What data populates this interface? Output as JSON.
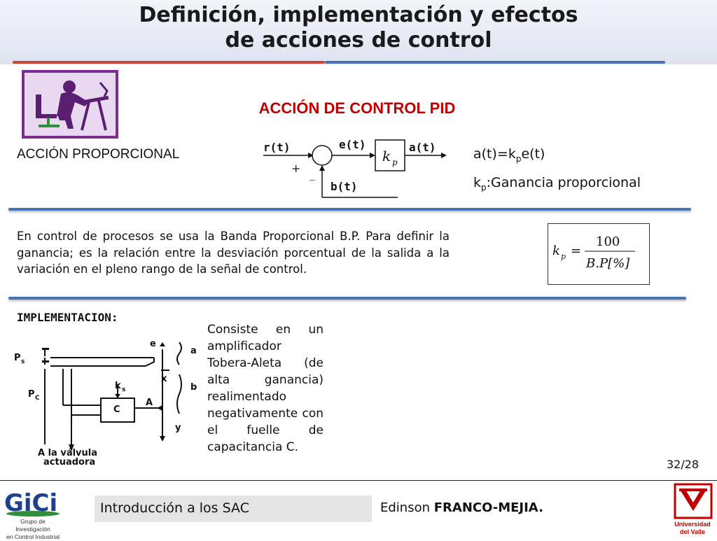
{
  "slide": {
    "title_line1": "Definición, implementación y efectos",
    "title_line2": "de acciones de control",
    "section_heading": "ACCIÓN DE CONTROL PID",
    "proportional_label": "ACCIÓN PROPORCIONAL",
    "block_diagram": {
      "reference": "r(t)",
      "error": "e(t)",
      "output": "a(t)",
      "feedback": "b(t)",
      "plus_sign": "+",
      "minus_sign": "_",
      "gain_k": "k",
      "gain_sub": "p"
    },
    "equation": {
      "lhs": "a(t)=k",
      "lhs_sub": "p",
      "rhs": "e(t)"
    },
    "gain_definition": {
      "symbol": "k",
      "symbol_sub": "p",
      "text": ":Ganancia proporcional"
    },
    "paragraph": "En control de procesos se usa la Banda Proporcional B.P. Para definir la ganancia; es la relación entre la desviación porcentual de la salida a la variación en el pleno rango de la señal de control.",
    "formula": {
      "k": "k",
      "sub": "p",
      "equals": "=",
      "numerator": "100",
      "denominator": "B.P[%]"
    },
    "implementation": {
      "title": "IMPLEMENTACION:",
      "description": "Consiste en un amplificador Tobera-Aleta (de alta ganancia) realimentado negativamente con el fuelle de capacitancia C.",
      "diagram_labels": {
        "ps": "P",
        "ps_sub": "s",
        "pc": "P",
        "pc_sub": "C",
        "e": "e",
        "a": "a",
        "b": "b",
        "x": "x",
        "y": "y",
        "ks": "k",
        "ks_sub": "s",
        "c": "C",
        "arrow_a": "A",
        "valve_line1": "A la válvula",
        "valve_line2": "actuadora"
      }
    },
    "page_number": "32/28"
  },
  "footer": {
    "logo_text": "GiCi",
    "group_line1": "Grupo de Investigación",
    "group_line2": "en Control Industrial",
    "course": "Introducción a los SAC",
    "author_first": "Edinson ",
    "author_last": "FRANCO-MEJIA.",
    "university_line1": "Universidad",
    "university_line2": "del Valle"
  },
  "colors": {
    "accent_red": "#c00000",
    "rule_blue": "#4a73b5",
    "clipart_purple": "#7b2e8e",
    "clipart_bg": "#e8d8f0"
  },
  "icons": {
    "clipart": "person-at-drafting-table-icon",
    "gici_logo": "gici-logo-icon",
    "univalle_logo": "univalle-logo-icon"
  }
}
